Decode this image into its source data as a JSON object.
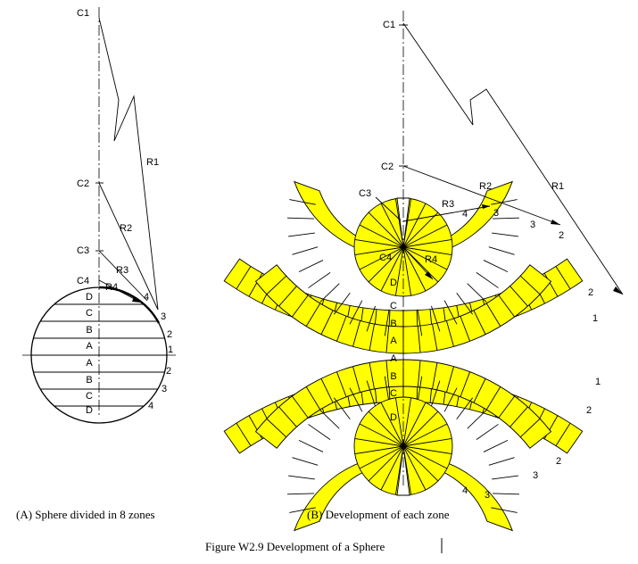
{
  "colors": {
    "band_fill": "#ffff00",
    "stroke": "#000000",
    "background": "#ffffff"
  },
  "sphere": {
    "centers": [
      "C1",
      "C2",
      "C3",
      "C4"
    ],
    "radii": [
      "R1",
      "R2",
      "R3",
      "R4"
    ],
    "zones": [
      "D",
      "C",
      "B",
      "A",
      "A",
      "B",
      "C",
      "D"
    ],
    "points_upper": [
      "4",
      "3",
      "2",
      "1"
    ],
    "points_lower": [
      "2",
      "3",
      "4"
    ]
  },
  "development": {
    "centers": [
      "C1",
      "C2",
      "C3",
      "C4"
    ],
    "radii": [
      "R1",
      "R2",
      "R3",
      "R4"
    ],
    "zones": [
      "D",
      "C",
      "B",
      "A",
      "A",
      "B",
      "C",
      "D"
    ],
    "upper_points": {
      "b4": [
        "4",
        "3"
      ],
      "b3": [
        "3",
        "2"
      ],
      "b2": [
        "2",
        "1"
      ],
      "b1": [
        "1"
      ]
    },
    "lower_points": {
      "b1": [
        "1"
      ],
      "b2": [
        "2"
      ],
      "b3": [
        "3",
        "2"
      ],
      "b4": [
        "4",
        "3"
      ]
    }
  },
  "captions": {
    "a": "(A) Sphere divided in 8 zones",
    "b": "(B) Development of each zone",
    "figure": "Figure W2.9 Development of a Sphere"
  }
}
